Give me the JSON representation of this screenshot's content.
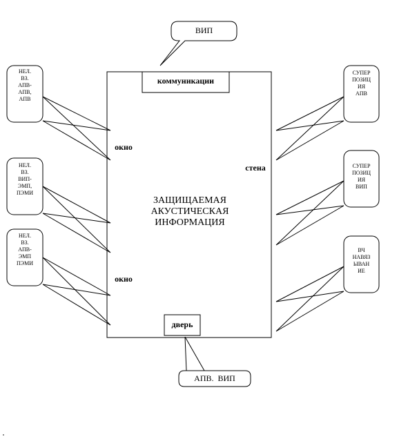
{
  "room": {
    "center_text": "ЗАЩИЩАЕМАЯ\nАКУСТИЧЕСКАЯ\nИНФОРМАЦИЯ",
    "communications": "коммуникации",
    "door": "дверь",
    "window_top": "окно",
    "window_bottom": "окно",
    "wall": "стена"
  },
  "callouts": {
    "top": "ВИП",
    "bottom": "АПВ.  ВИП",
    "left_1": "НЕЛ.\nВЗ.\nАПВ-\nАПВ,\nАПВ",
    "left_2": "НЕЛ.\nВЗ.\nВИП-\nЭМП,\nПЭМИ",
    "left_3": "НЕЛ.\nВЗ.\nАПВ-\nЭМП\nПЭМИ",
    "right_1": "СУПЕР\nПОЗИЦ\nИЯ\nАПВ",
    "right_2": "СУПЕР\nПОЗИЦ\nИЯ\nВИП",
    "right_3": "ВЧ\nНАВЯЗ\nЫВАН\nИЕ"
  },
  "colors": {
    "stroke": "#000000",
    "fill": "#ffffff"
  }
}
